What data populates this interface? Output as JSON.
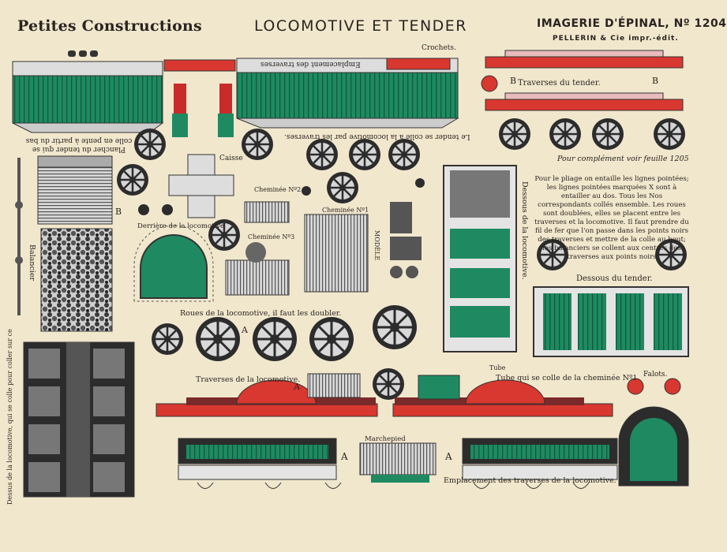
{
  "header": {
    "series": "Petites Constructions",
    "title": "LOCOMOTIVE ET TENDER",
    "publisher": "IMAGERIE D'ÉPINAL, Nº 1204",
    "printer": "PELLERIN & Cie impr.-édit."
  },
  "labels": {
    "crochets": "Crochets.",
    "emplacement_traverses": "Emplacement des traverses",
    "traverses_tender": "Traverses du tender.",
    "complement": "Pour complément voir feuille 1205",
    "plancher_tender": "Plancher du tender qui se colle en pente à partir du bas",
    "tender_colle": "Le tender se colle à la locomotive par les traverses.",
    "caisse": "Caisse",
    "cheminee_2": "Cheminée Nº2",
    "cheminee_1": "Cheminée Nº1",
    "cheminee_3": "Cheminée Nº3",
    "derriere": "Derrière de la locomotive",
    "modele": "MODÈLE",
    "dessous_locomotive": "Dessous de la locomotive.",
    "dessous_tender": "Dessous du tender.",
    "balancier": "Balancier",
    "roues": "Roues de la locomotive, il faut les doubler.",
    "traverses_locomotive": "Traverses de la locomotive.",
    "tube": "Tube",
    "tube_colle": "Tube qui se colle de la cheminée Nº1",
    "falots": "Falots.",
    "marchepied": "Marchepied",
    "emplacement_loco": "Emplacement des traverses de la locomotive.",
    "dessus_loco": "Dessus de la locomotive, qui se colle pour coller sur ce",
    "letter_a": "A",
    "letter_b": "B"
  },
  "instructions": "Pour le pliage on entaille les lignes pointées; les lignes pointées marquées X sont à entailler au dos. Tous les Nos correspondants collés ensemble. Les roues sont doublées, elles se placent entre les traverses et la locomotive. Il faut prendre du fil de fer que l'on passe dans les points noirs des traverses et mettre de la colle au bout; les balanciers se collent aux centres des traverses aux points noirs",
  "colors": {
    "paper": "#f1e7cd",
    "green": "#1f8a62",
    "red": "#d8382f",
    "ink": "#2a2420",
    "grey": "#8a8a8a"
  }
}
